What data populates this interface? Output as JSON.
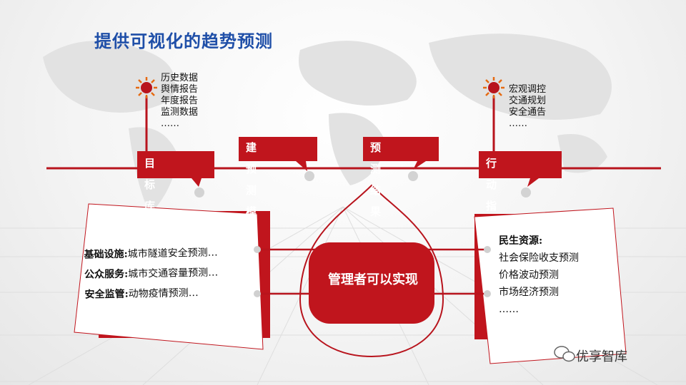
{
  "title": "提供可视化的趋势预测",
  "top_left_list": [
    "历史数据",
    "舆情报告",
    "年度报告",
    "监测数据",
    "……"
  ],
  "top_right_list": [
    "宏观调控",
    "交通规划",
    "安全通告",
    "……"
  ],
  "steps": [
    "目标库",
    "建预测模型",
    "预测结果",
    "行动指挥"
  ],
  "center_label": "管理者可以实现",
  "left_card": [
    {
      "label": "基础设施:",
      "text": "城市隧道安全预测…"
    },
    {
      "label": "公众服务:",
      "text": "城市交通容量预测…"
    },
    {
      "label": "安全监管:",
      "text": "动物疫情预测…"
    }
  ],
  "right_card": {
    "heading": "民生资源:",
    "items": [
      "社会保险收支预测",
      "价格波动预测",
      "市场经济预测",
      "……"
    ]
  },
  "watermark": "优享智库",
  "colors": {
    "accent": "#c0151d",
    "title": "#1f4fa8"
  }
}
